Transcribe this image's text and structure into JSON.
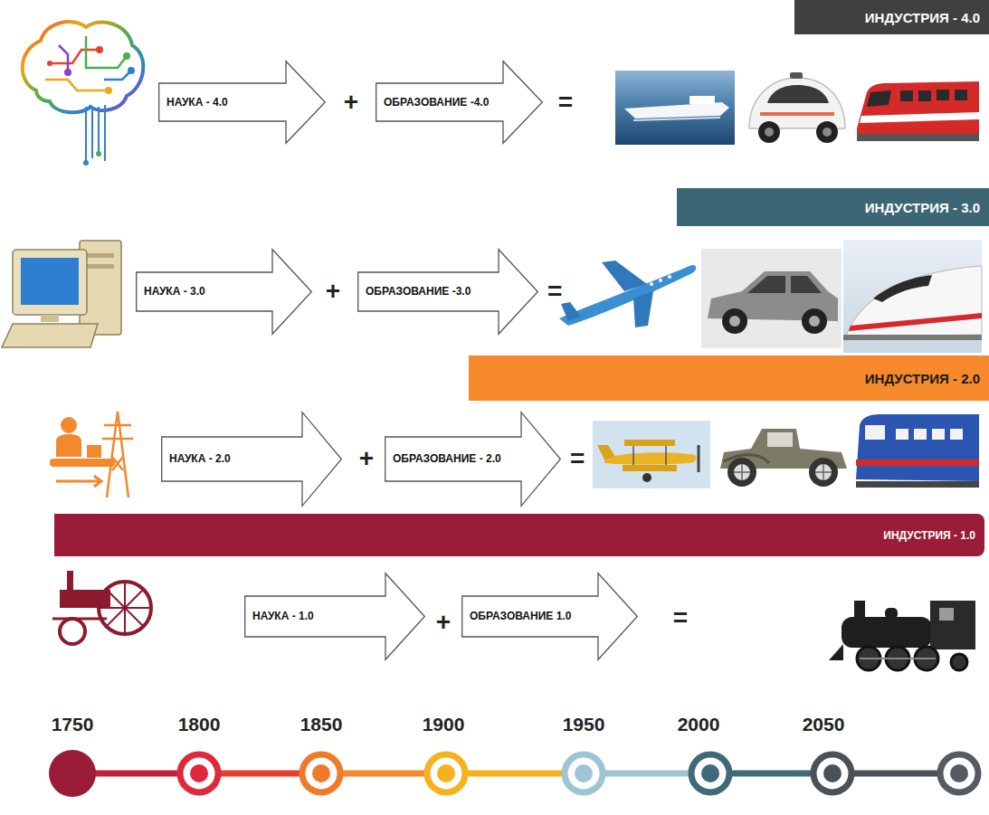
{
  "diagram": {
    "nodes": [
      {
        "text": [
          "ИНДУСТРИЯ - 4.0"
        ]
      },
      {
        "text": [
          "НАУКА - 4.0"
        ]
      },
      {
        "text": [
          "ОБРАЗОВАНИЕ -4.0"
        ]
      },
      {
        "text": [
          "ИНДУСТРИЯ - 3.0"
        ]
      },
      {
        "text": [
          "НАУКА - 3.0"
        ]
      },
      {
        "text": [
          "ОБРАЗОВАНИЕ -3.0"
        ]
      },
      {
        "text": [
          "ИНДУСТРИЯ - 2.0"
        ]
      },
      {
        "text": [
          "НАУКА - 2.0"
        ]
      },
      {
        "text": [
          "ОБРАЗОВАНИЕ - 2.0"
        ]
      },
      {
        "text": [
          "ИНДУСТРИЯ - 1.0"
        ]
      },
      {
        "text": [
          "НАУКА - 1.0"
        ]
      },
      {
        "text": [
          "ОБРАЗОВАНИЕ 1.0"
        ]
      }
    ],
    "labels": [
      "+",
      "=",
      "+",
      "=",
      "+",
      "=",
      "+",
      "=",
      "1750",
      "1800",
      "1850",
      "1900",
      "1950",
      "2000",
      "2050"
    ]
  }
}
